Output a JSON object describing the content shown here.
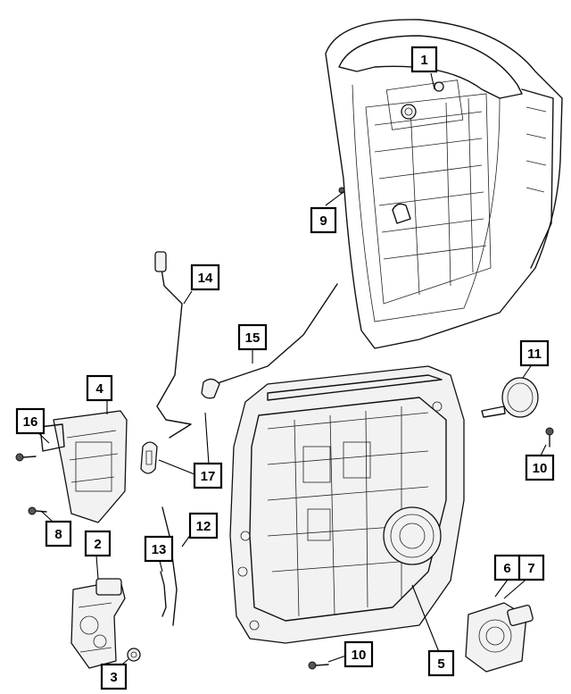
{
  "callouts": [
    {
      "id": "1",
      "label": "1"
    },
    {
      "id": "2",
      "label": "2"
    },
    {
      "id": "3",
      "label": "3"
    },
    {
      "id": "4",
      "label": "4"
    },
    {
      "id": "5",
      "label": "5"
    },
    {
      "id": "6",
      "label": "6"
    },
    {
      "id": "7",
      "label": "7"
    },
    {
      "id": "8",
      "label": "8"
    },
    {
      "id": "9",
      "label": "9"
    },
    {
      "id": "10a",
      "label": "10"
    },
    {
      "id": "10b",
      "label": "10"
    },
    {
      "id": "11",
      "label": "11"
    },
    {
      "id": "12",
      "label": "12"
    },
    {
      "id": "13",
      "label": "13"
    },
    {
      "id": "14",
      "label": "14"
    },
    {
      "id": "15",
      "label": "15"
    },
    {
      "id": "16",
      "label": "16"
    },
    {
      "id": "17",
      "label": "17"
    }
  ]
}
